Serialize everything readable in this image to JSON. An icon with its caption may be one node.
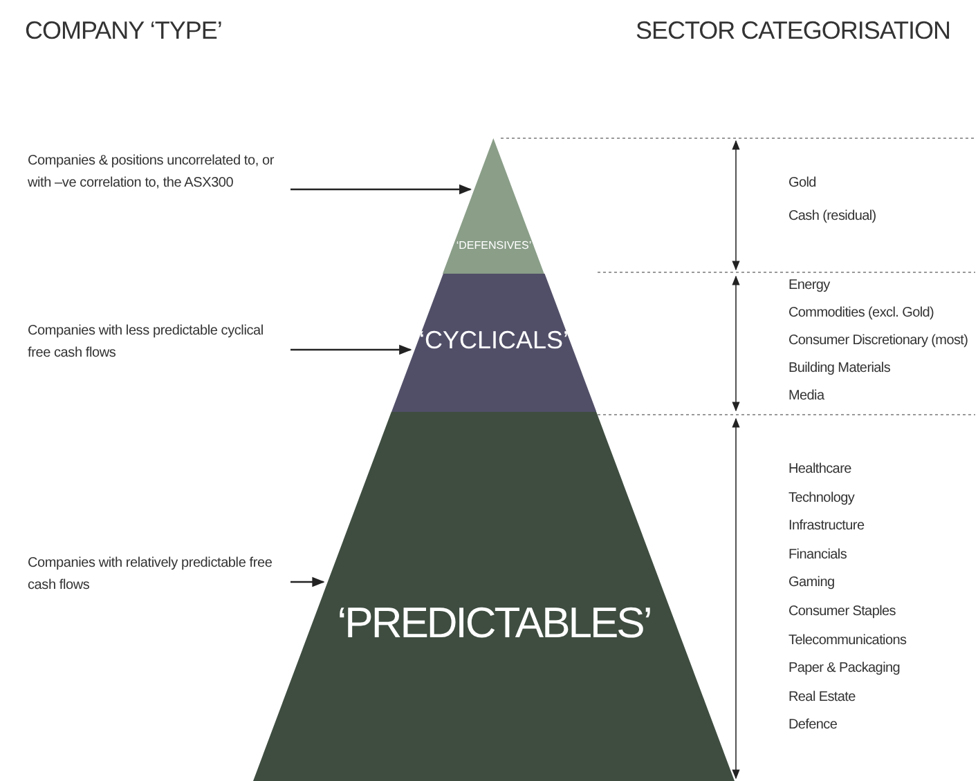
{
  "diagram": {
    "nodes": [
      {
        "text": [
          "Companies & positions uncorrelated to, or with –ve correlation to, the ASX300"
        ]
      },
      {
        "text": [
          "‘DEFENSIVES’"
        ]
      },
      {
        "text": [
          "Companies with less predictable cyclical free cash flows"
        ]
      },
      {
        "text": [
          "‘CYCLICALS’"
        ]
      },
      {
        "text": [
          "Companies with relatively predictable free cash flows"
        ]
      },
      {
        "text": [
          "‘PREDICTABLES’"
        ]
      }
    ],
    "edges": [
      {
        "from": 0,
        "to": 1,
        "arrow": "to"
      },
      {
        "from": 2,
        "to": 3,
        "arrow": "to"
      },
      {
        "from": 4,
        "to": 5,
        "arrow": "to"
      }
    ],
    "labels": [
      "COMPANY ‘TYPE’",
      "SECTOR CATEGORISATION",
      "Gold",
      "Cash (residual)",
      "Energy",
      "Commodities (excl. Gold)",
      "Consumer Discretionary (most)",
      "Building Materials",
      "Media",
      "Healthcare",
      "Technology",
      "Infrastructure",
      "Financials",
      "Gaming",
      "Consumer Staples",
      "Telecommunications",
      "Paper & Packaging",
      "Real Estate",
      "Defence"
    ]
  }
}
